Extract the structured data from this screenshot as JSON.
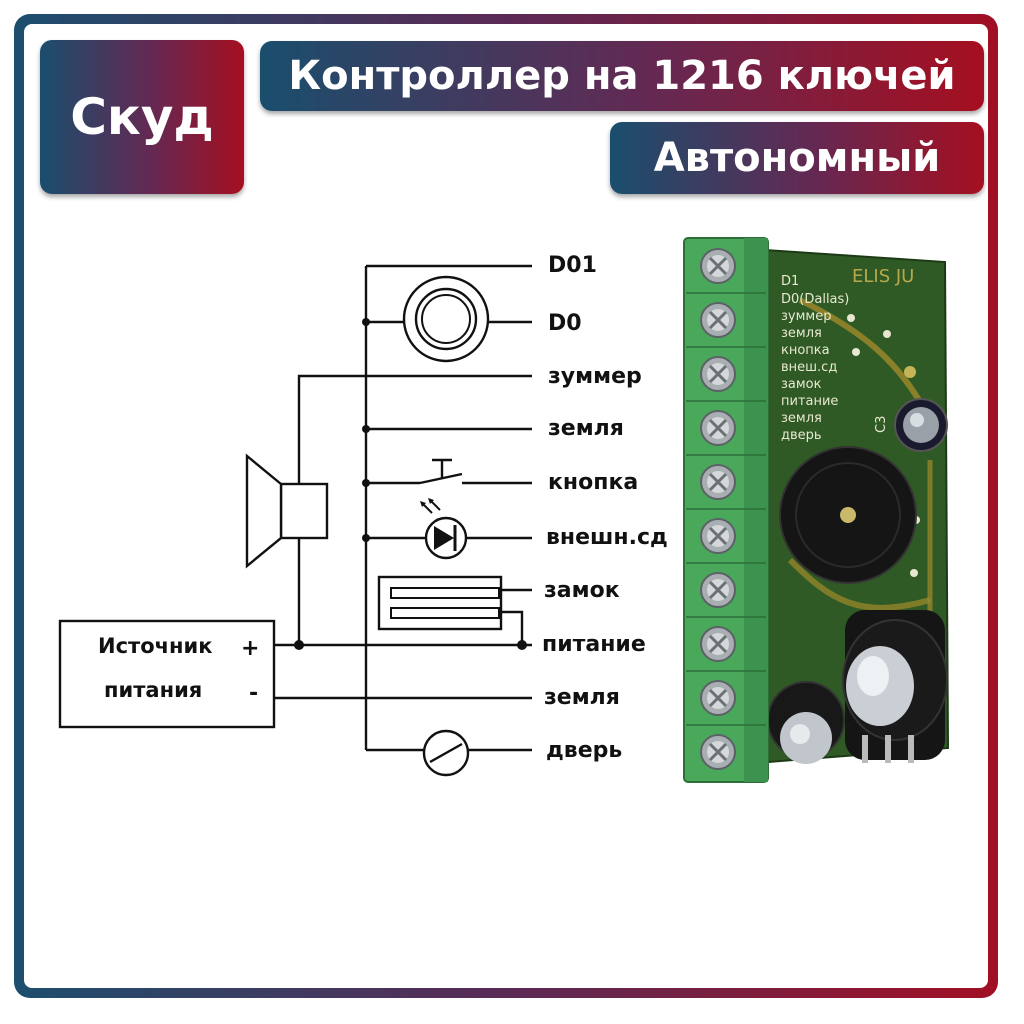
{
  "header": {
    "badge_left": "Скуд",
    "title": "Контроллер на 1216 ключей",
    "subtitle": "Автономный"
  },
  "diagram": {
    "terminals": [
      "D01",
      "D0",
      "зуммер",
      "земля",
      "кнопка",
      "внешн.сд",
      "замок",
      "питание",
      "земля",
      "дверь"
    ],
    "power_supply": {
      "line1": "Источник",
      "line2": "питания",
      "plus": "+",
      "minus": "-"
    }
  },
  "board": {
    "brand": "ELIS JU",
    "silkscreen": [
      "D1",
      "D0(Dallas)",
      "зуммер",
      "земля",
      "кнопка",
      "внеш.сд",
      "замок",
      "питание",
      "земля",
      "дверь"
    ],
    "cap_label": "C3"
  },
  "colors": {
    "frame_left": "#1d4e6e",
    "frame_right": "#a10f24",
    "terminal_green": "#4aa85a",
    "pcb_green": "#2f5a25"
  }
}
